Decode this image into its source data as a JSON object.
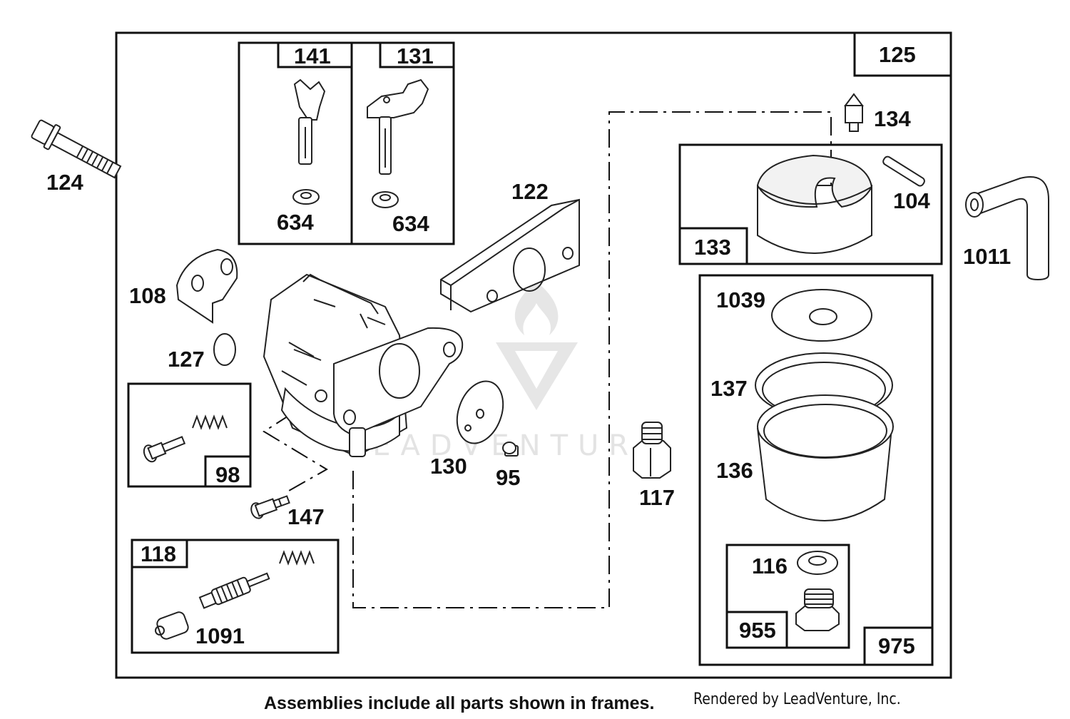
{
  "callouts": {
    "p124": "124",
    "p141": "141",
    "p131": "131",
    "p125": "125",
    "p634a": "634",
    "p634b": "634",
    "p134": "134",
    "p122": "122",
    "p104": "104",
    "p133": "133",
    "p1011": "1011",
    "p108": "108",
    "p1039": "1039",
    "p127": "127",
    "p137": "137",
    "p98": "98",
    "p130": "130",
    "p95": "95",
    "p136": "136",
    "p117": "117",
    "p147": "147",
    "p118": "118",
    "p116": "116",
    "p1091": "1091",
    "p955": "955",
    "p975": "975"
  },
  "watermark": {
    "text": "LEADVENTURE"
  },
  "footer": {
    "note": "Assemblies include all parts shown in frames.",
    "rendered_by": "Rendered by LeadVenture, Inc."
  }
}
